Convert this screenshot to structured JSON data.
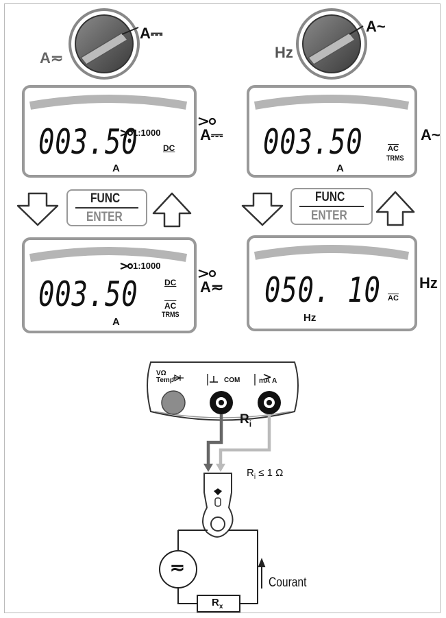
{
  "dials": {
    "left": {
      "label_right": "A⎓",
      "label_left": "A≂"
    },
    "right": {
      "label_right": "A~",
      "label_left": "Hz"
    }
  },
  "displays": {
    "top_left": {
      "digits": "003.50",
      "unit": "A",
      "ratio": "1:1000",
      "mode_1": "DC",
      "side_label": "A⎓"
    },
    "top_right": {
      "digits": "003.50",
      "unit": "A",
      "mode_1": "AC",
      "mode_2": "TRMS",
      "side_label": "A~"
    },
    "bottom_left": {
      "digits": "003.50",
      "unit": "A",
      "ratio": "1:1000",
      "mode_1": "DC",
      "mode_2": "AC",
      "mode_3": "TRMS",
      "side_label": "A≂"
    },
    "bottom_right": {
      "digits": "050. 10",
      "unit": "Hz",
      "mode_1": "AC",
      "side_label": "Hz"
    }
  },
  "func_buttons": {
    "top": "FUNC",
    "bottom": "ENTER"
  },
  "meter": {
    "socket_1": "VΩ Temp",
    "socket_2": "COM",
    "socket_3": "mA",
    "socket_3b": "A",
    "ri": "R",
    "ri_sub": "i"
  },
  "circuit": {
    "ri_condition": "R",
    "ri_condition_sub": "i",
    "ri_condition_rest": " ≤ 1 Ω",
    "current_label": "Courant",
    "rx_label": "R",
    "rx_sub": "x",
    "source_symbol": "≂"
  }
}
